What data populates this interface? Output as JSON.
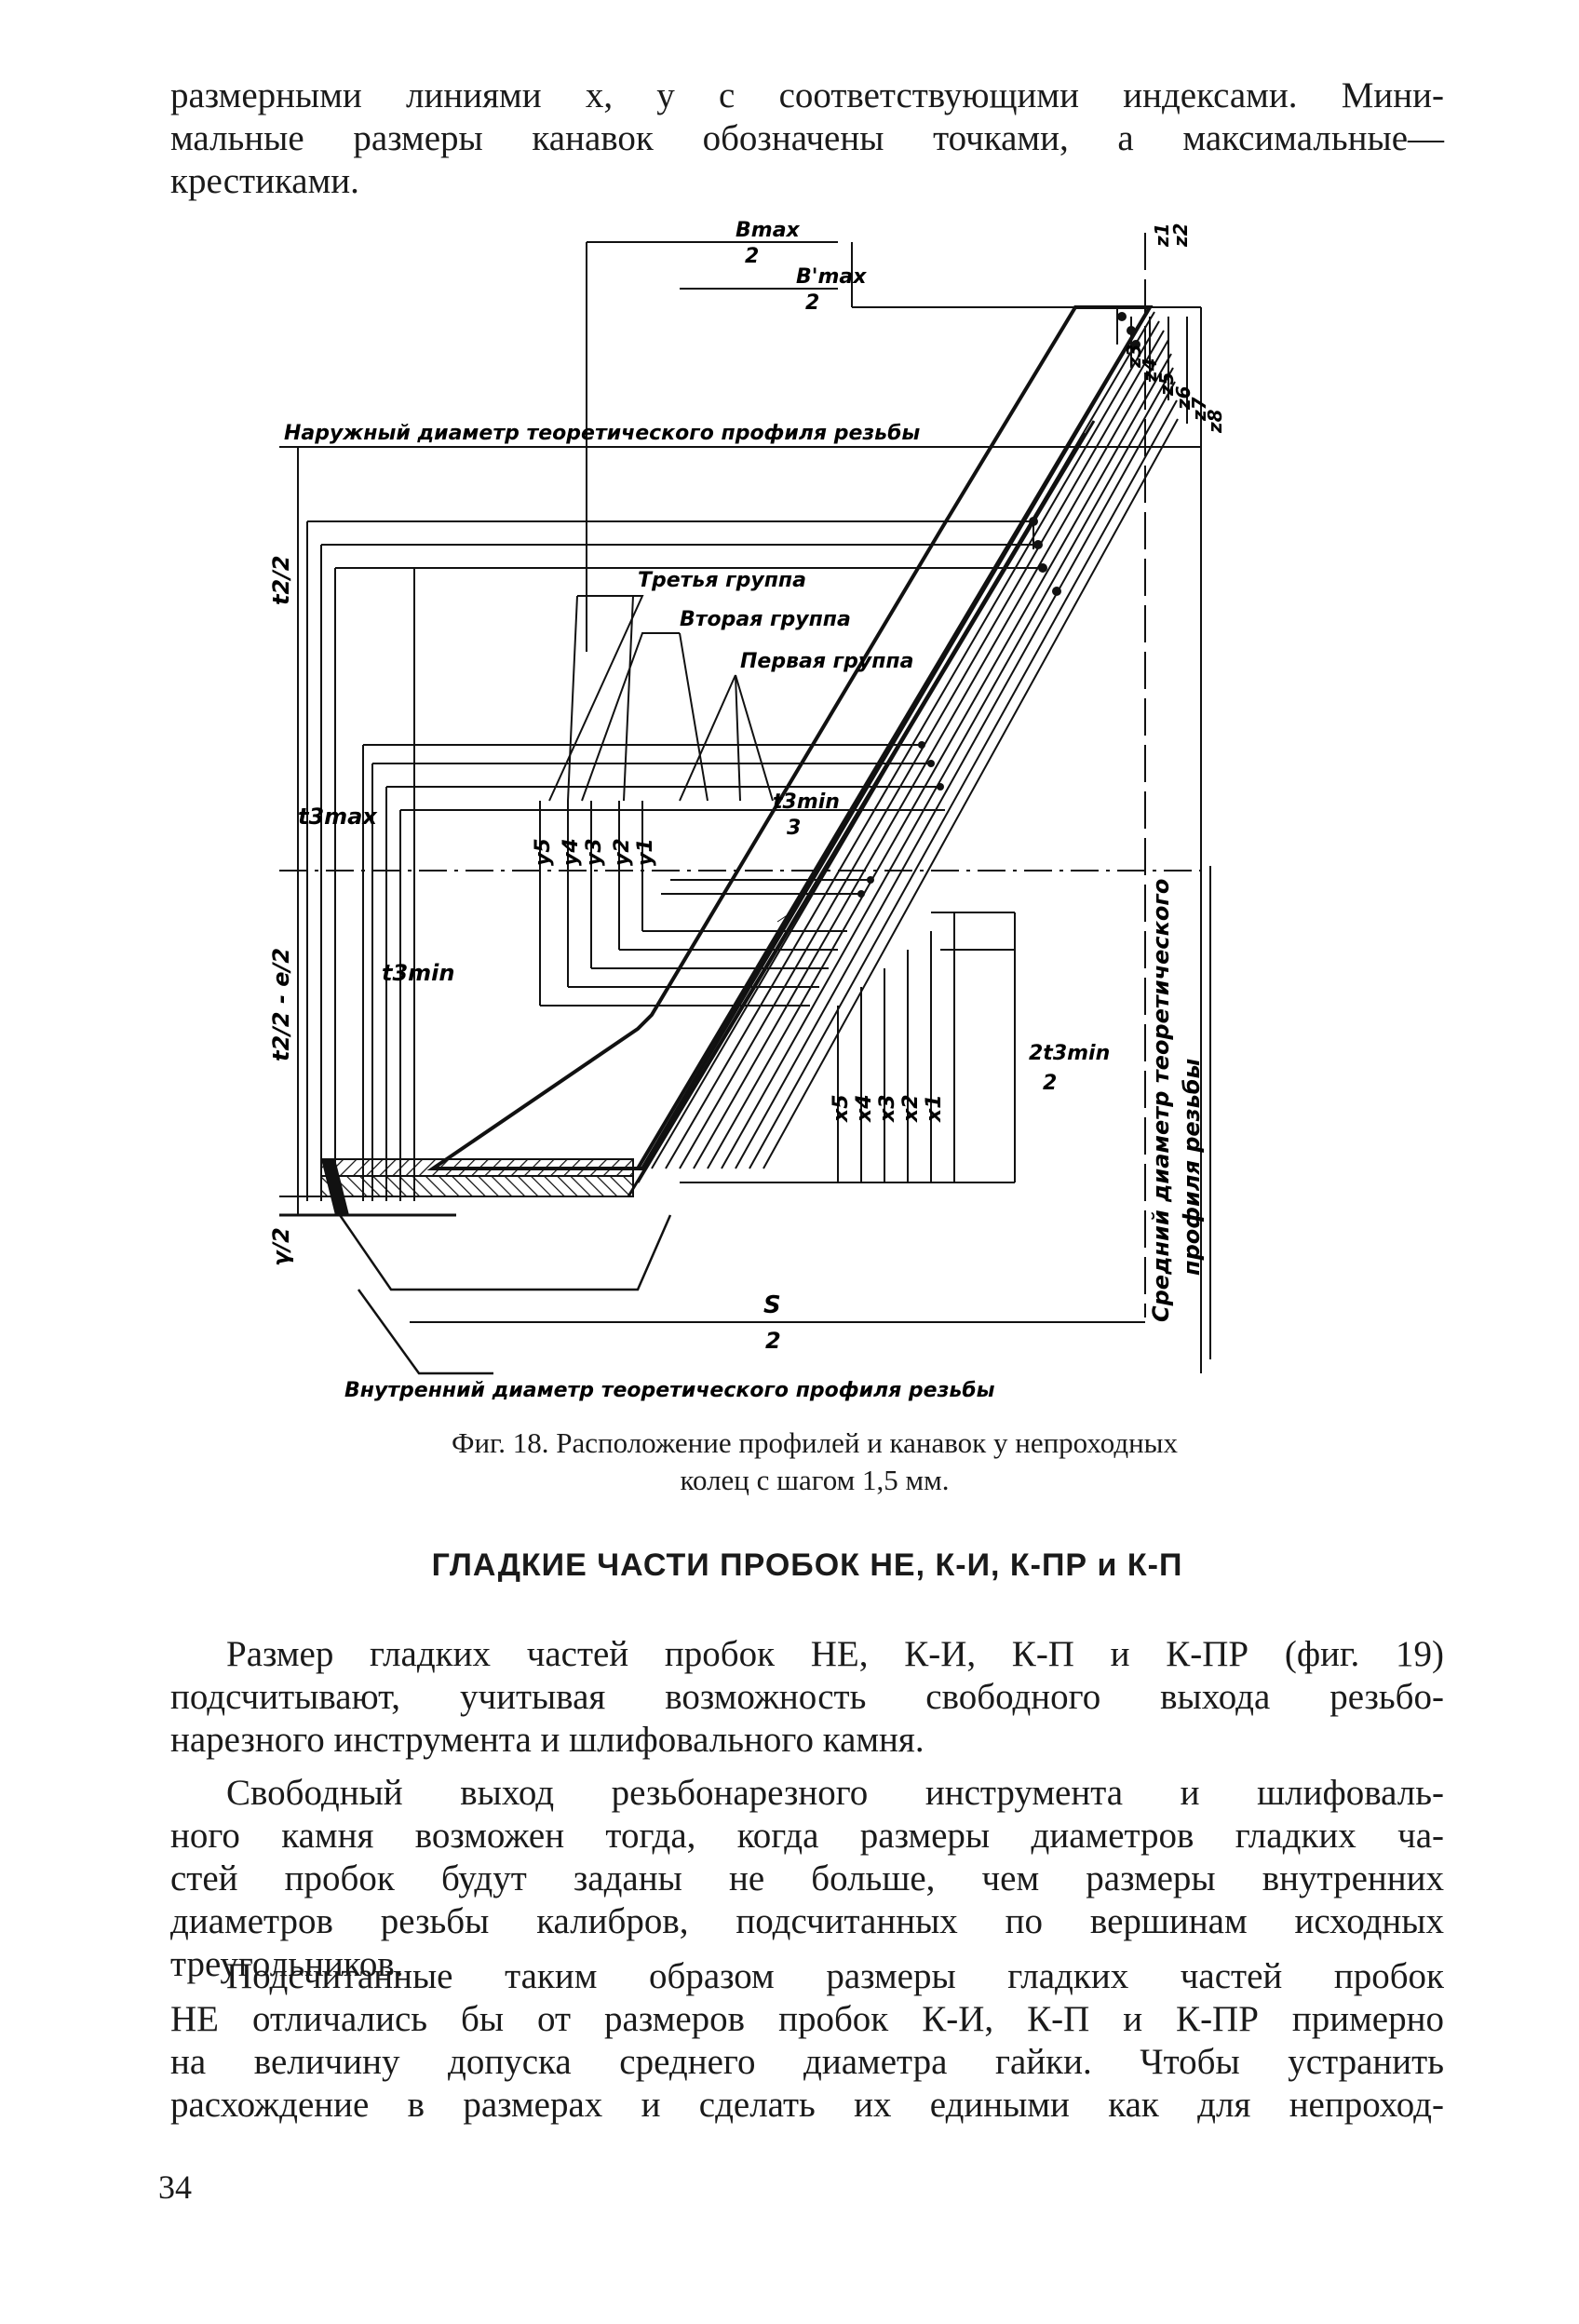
{
  "intro": {
    "lines": [
      "размерными линиями x, y с соответствующими индексами. Мини-",
      "мальные размеры канавок обозначены точками, а максимальные—",
      "крестиками."
    ]
  },
  "figure": {
    "labels": {
      "outer_diameter": "Наружный диаметр теоретического профиля резьбы",
      "inner_diameter": "Внутренний диаметр теоретического профиля резьбы",
      "middle_diameter_1": "Средний диаметр теоретического",
      "middle_diameter_2": "профиля резьбы",
      "group3": "Третья группа",
      "group2": "Вторая группа",
      "group1": "Первая группа",
      "t3max": "t3max",
      "t3min": "t3min",
      "t3min_over_3_num": "t3min",
      "t3min_over_3_den": "3",
      "two_t3min_num": "2t3min",
      "two_t3min_den": "2",
      "t2_over_2": "t2/2",
      "t2_minus_e": "t2/2 - e/2",
      "gamma_over_2": "γ/2",
      "s_num": "S",
      "s_den": "2",
      "bmax_num": "Bmax",
      "bmax_den": "2",
      "bmax2_num": "B'max",
      "bmax2_den": "2"
    },
    "y_labels": [
      "y5",
      "y4",
      "y3",
      "y2",
      "y1"
    ],
    "x_labels": [
      "x5",
      "x4",
      "x3",
      "x2",
      "x1"
    ],
    "z_labels": [
      "z1",
      "z2",
      "z3",
      "z4",
      "z5",
      "z6",
      "z7",
      "z8"
    ]
  },
  "caption": {
    "lines": [
      "Фиг. 18. Расположение профилей и канавок у непроходных",
      "колец с шагом 1,5 мм."
    ]
  },
  "heading": "ГЛАДКИЕ ЧАСТИ ПРОБОК НЕ, К-И, К-ПР и К-П",
  "paragraph1": {
    "lines": [
      "Размер гладких частей пробок НЕ, К-И, К-П и К-ПР (фиг. 19)",
      "подсчитывают, учитывая возможность свободного выхода резьбо-",
      "нарезного инструмента и шлифовального камня."
    ]
  },
  "paragraph2": {
    "lines": [
      "Свободный выход резьбонарезного инструмента и шлифоваль-",
      "ного камня возможен тогда, когда размеры диаметров гладких ча-",
      "стей пробок будут заданы не больше, чем размеры внутренних",
      "диаметров резьбы калибров, подсчитанных по вершинам исходных",
      "треугольников."
    ]
  },
  "paragraph3": {
    "lines": [
      "Подсчитанные таким образом размеры гладких частей пробок",
      "НЕ отличались бы от размеров пробок К-И, К-П и К-ПР примерно",
      "на величину допуска среднего диаметра гайки. Чтобы устранить",
      "расхождение в размерах и сделать их едиными как для непроход-"
    ]
  },
  "page_number": "34"
}
